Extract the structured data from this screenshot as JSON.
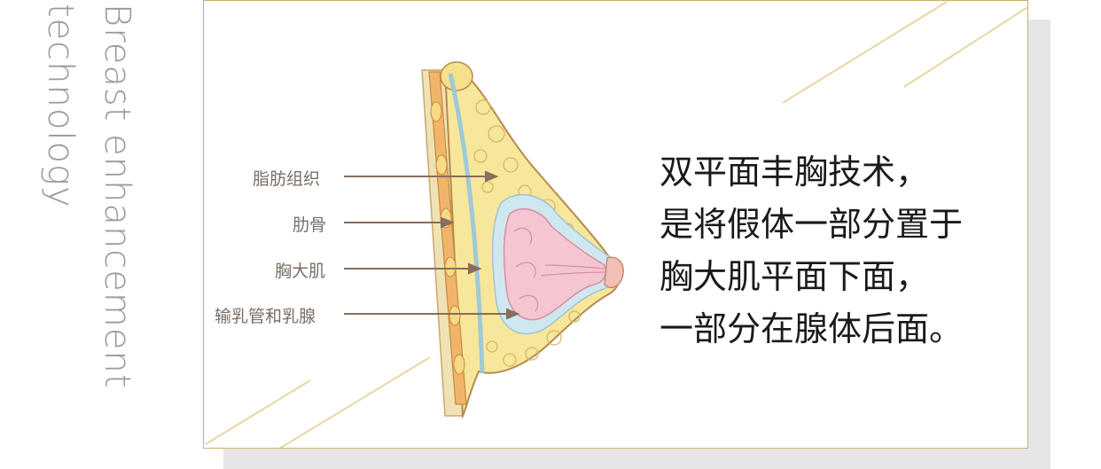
{
  "side_title": {
    "line1": "Breast enhancement",
    "line2": "technology"
  },
  "labels": [
    "脂肪组织",
    "肋骨",
    "胸大肌",
    "输乳管和乳腺"
  ],
  "description": [
    "双平面丰胸技术，",
    "是将假体一部分置于",
    "胸大肌平面下面，",
    "一部分在腺体后面。"
  ],
  "colors": {
    "frame_border": "#c9b06a",
    "decor_line": "#e8d7a4",
    "arrow": "#8a6d5a",
    "fat": "#f7e79a",
    "muscle": "#f0b56a",
    "gland": "#f4c6d2",
    "duct_sheath": "#cfe8f0"
  }
}
